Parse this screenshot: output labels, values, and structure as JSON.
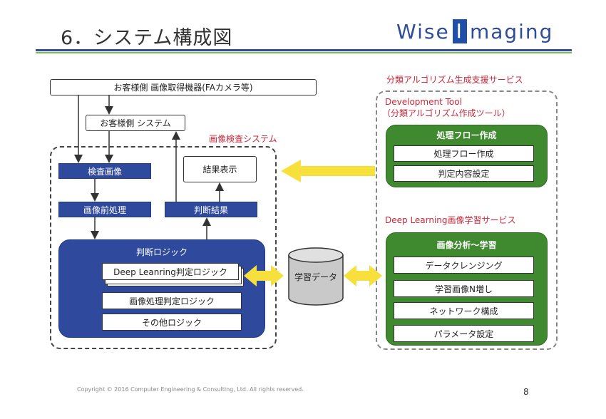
{
  "slide": {
    "title": "6．システム構成図",
    "page_number": "8",
    "footer": "Copyright © 2016 Computer Engineering & Consulting, Ltd. All rights reserved."
  },
  "logo": {
    "part1": "Wise",
    "part2": "I",
    "part3": "maging"
  },
  "left": {
    "device_box": "お客様側 画像取得機器(FAカメラ等)",
    "customer_system": "お客様側 システム",
    "system_label": "画像検査システム",
    "inspection_image": "検査画像",
    "preprocessing": "画像前処理",
    "judgement_result": "判断結果",
    "result_display": "結果表示",
    "logic_panel_title": "判断ロジック",
    "logic_items": [
      "Deep Leanring判定ロジック",
      "画像処理判定ロジック",
      "その他ロジック"
    ]
  },
  "center": {
    "database": "学習データ"
  },
  "right": {
    "service_title": "分類アルゴリズム生成支援サービス",
    "dev_tool_title": "Development Tool",
    "dev_tool_subtitle": "（分類アルゴリズム作成ツール）",
    "flow_panel_title": "処理フロー作成",
    "flow_items": [
      "処理フロー作成",
      "判定内容設定"
    ],
    "dl_service_title": "Deep Learning画像学習サービス",
    "analysis_panel_title": "画像分析～学習",
    "analysis_items": [
      "データクレンジング",
      "学習画像N増し",
      "ネットワーク構成",
      "パラメータ設定"
    ]
  },
  "colors": {
    "blue": "#2f4a9c",
    "green": "#3f8a2e",
    "yellow_arrow": "#f7e03c",
    "red_label": "#c8283a"
  }
}
